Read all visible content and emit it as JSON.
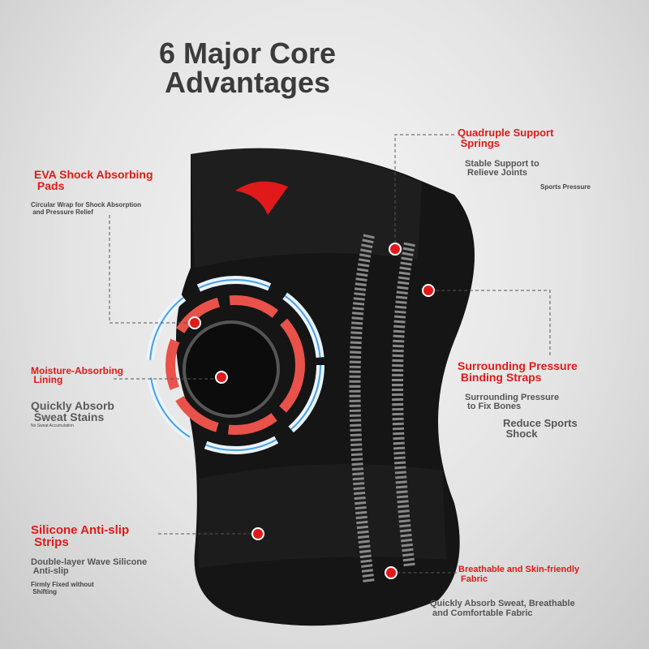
{
  "title": "6 Major Core\nAdvantages",
  "features": [
    {
      "heading": "EVA Shock Absorbing\n Pads",
      "desc": "Circular Wrap for Shock Absorption\n and Pressure Relief"
    },
    {
      "heading": "Moisture-Absorbing\n Lining",
      "desc": "Quickly Absorb\n Sweat Stains",
      "note": "No Sweat Accumulation"
    },
    {
      "heading": "Silicone Anti-slip\n Strips",
      "desc": "Double-layer Wave Silicone\n Anti-slip",
      "note": "Firmly Fixed without\n Shifting"
    },
    {
      "heading": "Quadruple Support\n Springs",
      "desc": "Stable Support to\n Relieve Joints",
      "note": "Sports Pressure"
    },
    {
      "heading": "Surrounding Pressure\n Binding Straps",
      "desc": "Surrounding Pressure\n to Fix Bones",
      "note": "Reduce Sports\n Shock"
    },
    {
      "heading": "Breathable and Skin-friendly\n Fabric",
      "desc": "Quickly Absorb Sweat, Breathable\n and Comfortable Fabric"
    }
  ],
  "colors": {
    "accent": "#e01a1a",
    "text": "#555555",
    "brace": "#151515"
  }
}
